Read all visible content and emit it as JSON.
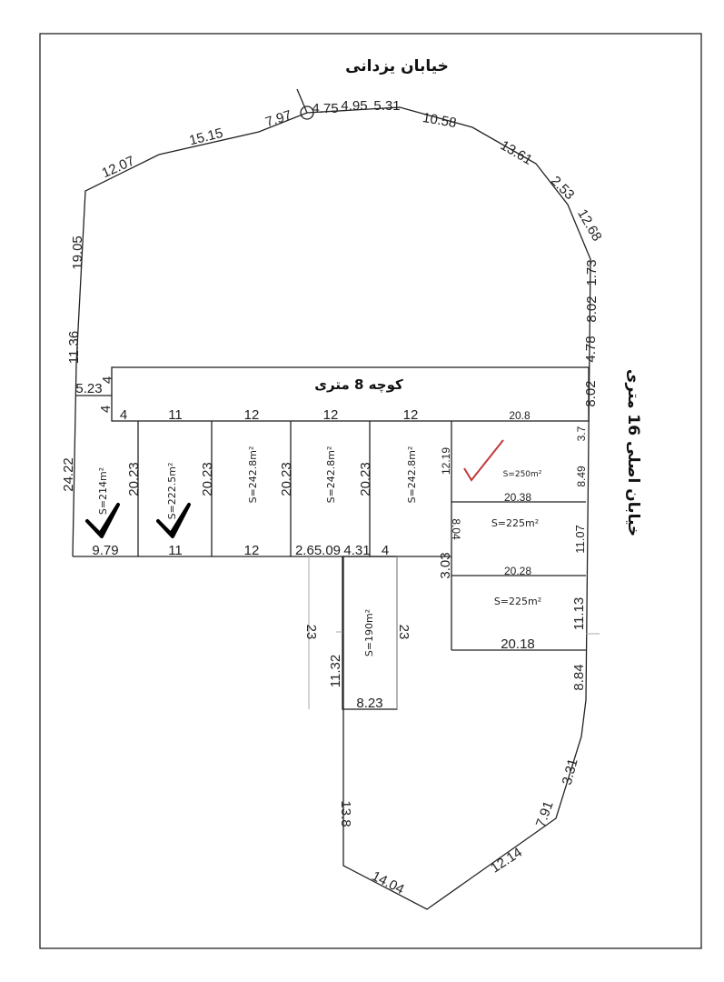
{
  "street_top": "خیابان یزدانی",
  "street_right": "خیابان اصلی 16 متری",
  "alley": "کوچه 8 متری",
  "areas": [
    "S=214m²",
    "S=222.5m²",
    "S=242.8m²",
    "S=242.8m²",
    "S=242.8m²",
    "S=250m²",
    "S=225m²",
    "S=225m²",
    "S=190m²"
  ],
  "dims": [
    "12.07",
    "15.15",
    "7.97",
    "4.75",
    "4.95",
    "5.31",
    "10.58",
    "13.61",
    "2.53",
    "12.68",
    "1.73",
    "8.02",
    "4.78",
    "8.02",
    "19.05",
    "11.36",
    "5.23",
    "4",
    "4",
    "4",
    "11",
    "12",
    "12",
    "12",
    "20.8",
    "24.22",
    "20.23",
    "20.23",
    "20.23",
    "20.23",
    "12.19",
    "3.7",
    "8.49",
    "20.38",
    "8.04",
    "11.07",
    "20.28",
    "3.03",
    "11.13",
    "20.18",
    "8.84",
    "9.79",
    "11",
    "12",
    "2.65.09",
    "4.31",
    "4",
    "23",
    "23",
    "11.32",
    "8.23",
    "13.8",
    "14.04",
    "12.14",
    "7.91",
    "3.31"
  ],
  "colors": {
    "line": "#222222",
    "red_check": "#c0393b",
    "black_check": "#000000"
  }
}
